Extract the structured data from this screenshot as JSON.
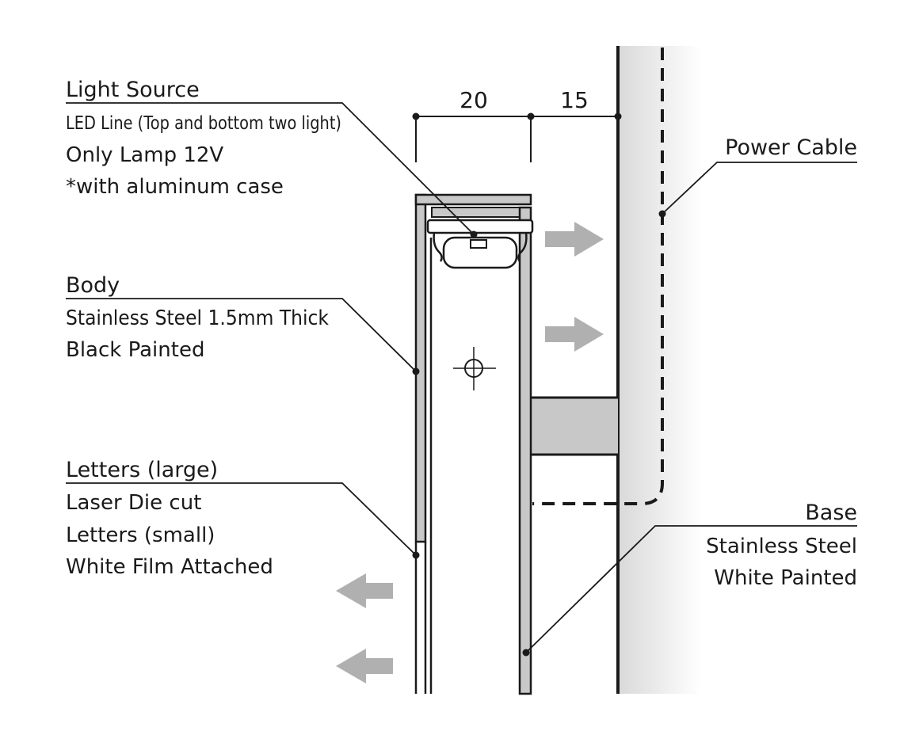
{
  "labels": {
    "light_source": {
      "title": "Light Source",
      "lines": [
        "LED Line (Top and bottom two light)",
        "Only Lamp 12V",
        "*with aluminum case"
      ]
    },
    "body": {
      "title": "Body",
      "lines": [
        "Stainless Steel 1.5mm Thick",
        "Black Painted"
      ]
    },
    "letters": {
      "title": "Letters (large)",
      "lines": [
        "Laser Die cut",
        "Letters (small)",
        "White Film Attached"
      ]
    },
    "power_cable": {
      "title": "Power Cable"
    },
    "base": {
      "title": "Base",
      "lines": [
        "Stainless Steel",
        "White Painted"
      ]
    }
  },
  "dimensions": {
    "left_span": "20",
    "right_span": "15"
  },
  "colors": {
    "line": "#1a1a1a",
    "fill_gray": "#c8c8c8",
    "arrow_gray": "#b0b0b0",
    "wall_dark": "#d9d9d9",
    "wall_light": "#ffffff"
  }
}
